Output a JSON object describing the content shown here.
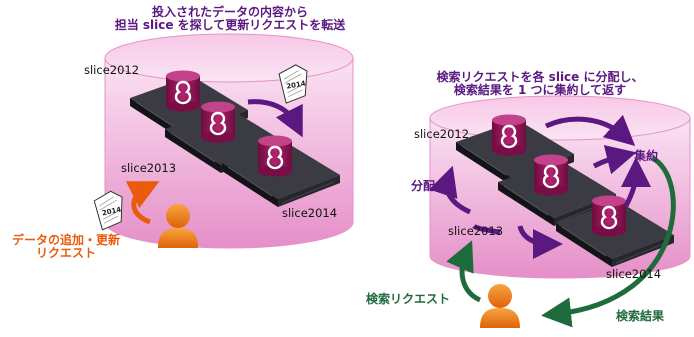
{
  "left": {
    "title_line1": "投入されたデータの内容から",
    "title_line2": "担当 slice を探して更新リクエストを転送",
    "slices": [
      "slice2012",
      "slice2013",
      "slice2014"
    ],
    "doc_labels": [
      "2014",
      "2014"
    ],
    "actor_label_line1": "データの追加・更新",
    "actor_label_line2": "リクエスト"
  },
  "right": {
    "title_line1": "検索リクエストを各 slice に分配し、",
    "title_line2": "検索結果を 1 つに集約して返す",
    "slices": [
      "slice2012",
      "slice2013",
      "slice2014"
    ],
    "distribute_label": "分配",
    "aggregate_label": "集約",
    "request_label": "検索リクエスト",
    "result_label": "検索結果"
  },
  "colors": {
    "cylinder": "#e8a6d2",
    "db_icon": "#a0165e",
    "server": "#1d1d24",
    "arrow_purple": "#5a1880",
    "arrow_orange": "#ea5b0c",
    "arrow_green": "#1e6b3c",
    "actor": "#e8730e"
  }
}
